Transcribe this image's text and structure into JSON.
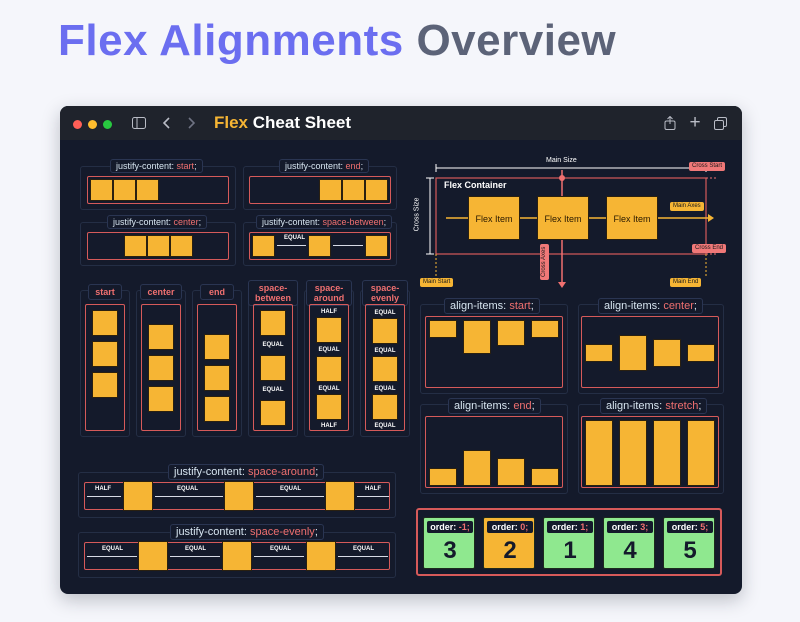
{
  "heading": {
    "part1": "Flex Alignments",
    "part2": "Overview"
  },
  "window": {
    "title_accent": "Flex",
    "title_rest": "Cheat Sheet",
    "colors": {
      "red": "#ff5f57",
      "yellow": "#febc2e",
      "green": "#28c840",
      "accent": "#f6b534",
      "value": "#f07070"
    }
  },
  "jc": {
    "start": {
      "key": "justify-content:",
      "value": "start",
      "semi": ";"
    },
    "end": {
      "key": "justify-content:",
      "value": "end",
      "semi": ";"
    },
    "center": {
      "key": "justify-content:",
      "value": "center",
      "semi": ";"
    },
    "between": {
      "key": "justify-content:",
      "value": "space-between",
      "semi": ";"
    },
    "around": {
      "key": "justify-content:",
      "value": "space-around",
      "semi": ";"
    },
    "evenly": {
      "key": "justify-content:",
      "value": "space-evenly",
      "semi": ";"
    }
  },
  "spacing": {
    "equal": "EQUAL",
    "half": "HALF"
  },
  "vertical": {
    "start": "start",
    "center": "center",
    "end": "end",
    "between": [
      "space-",
      "between"
    ],
    "around": [
      "space-",
      "around"
    ],
    "evenly": [
      "space-",
      "evenly"
    ]
  },
  "diagram": {
    "main_size": "Main Size",
    "cross_size": "Cross Size",
    "container": "Flex Container",
    "item": "Flex Item",
    "main_axes": "Main Axes",
    "cross_axes": "Cross Axes",
    "cross_start": "Cross Start",
    "cross_end": "Cross End",
    "main_start": "Main Start",
    "main_end": "Main End"
  },
  "ai": {
    "start": {
      "key": "align-items:",
      "value": "start",
      "semi": ";"
    },
    "center": {
      "key": "align-items:",
      "value": "center",
      "semi": ";"
    },
    "end": {
      "key": "align-items:",
      "value": "end",
      "semi": ";"
    },
    "stretch": {
      "key": "align-items:",
      "value": "stretch",
      "semi": ";"
    }
  },
  "order": [
    {
      "label": "order:",
      "value": "-1;",
      "num": "3"
    },
    {
      "label": "order:",
      "value": "0;",
      "num": "2"
    },
    {
      "label": "order:",
      "value": "1;",
      "num": "1"
    },
    {
      "label": "order:",
      "value": "3;",
      "num": "4"
    },
    {
      "label": "order:",
      "value": "5;",
      "num": "5"
    }
  ]
}
